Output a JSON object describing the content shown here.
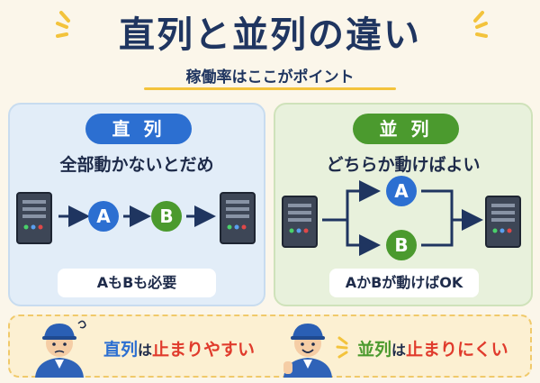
{
  "title": "直列と並列の違い",
  "subtitle": "稼働率はここがポイント",
  "serial": {
    "badge": "直 列",
    "rule": "全部動かないとだめ",
    "nodes": [
      "A",
      "B"
    ],
    "footnote": "AもBも必要"
  },
  "parallel": {
    "badge": "並 列",
    "rule": "どちらか動けばよい",
    "nodes": [
      "A",
      "B"
    ],
    "footnote": "AかBが動けばOK"
  },
  "bottom": {
    "serial": {
      "term": "直列",
      "particle": "は",
      "result": "止まりやすい"
    },
    "parallel": {
      "term": "並列",
      "particle": "は",
      "result": "止まりにくい"
    }
  },
  "colors": {
    "blue": "#2c6fd1",
    "green": "#4b9a2e",
    "navy": "#1f3560",
    "red": "#e03b2c",
    "accent_yellow": "#f3c33c"
  },
  "icons": [
    "server-icon",
    "arrow-right-icon",
    "worried-worker-icon",
    "happy-worker-icon",
    "sparkle-icon"
  ]
}
